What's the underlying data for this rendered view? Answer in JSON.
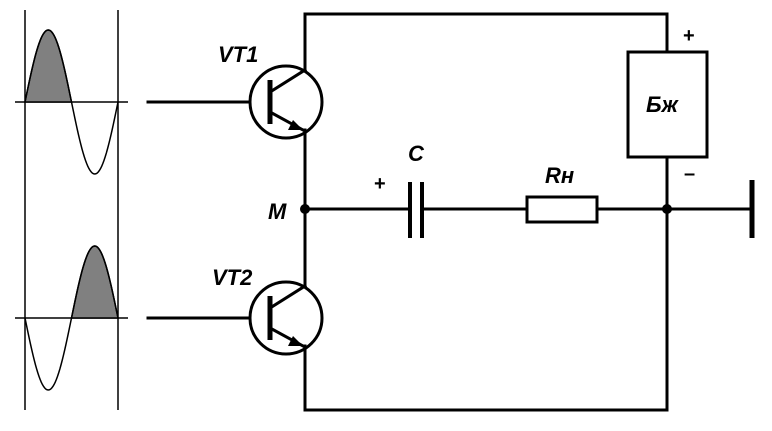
{
  "labels": {
    "vt1": "VT1",
    "vt2": "VT2",
    "node_m": "M",
    "capacitor": "C",
    "capacitor_plus": "+",
    "resistor": "Rн",
    "battery": "Бж",
    "battery_plus": "+",
    "battery_minus": "–"
  },
  "colors": {
    "line": "#000000",
    "halfwave_fill": "#808080",
    "background": "#ffffff"
  }
}
